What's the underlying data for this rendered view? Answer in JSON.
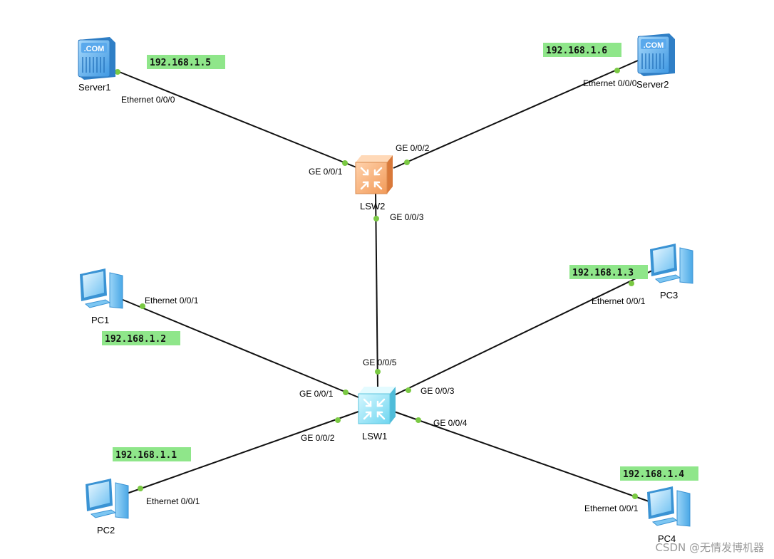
{
  "devices": {
    "server1": {
      "label": "Server1",
      "icon": "server-icon",
      "badge": ".COM"
    },
    "server2": {
      "label": "Server2",
      "icon": "server-icon",
      "badge": ".COM"
    },
    "lsw2": {
      "label": "LSW2",
      "icon": "switch-icon"
    },
    "lsw1": {
      "label": "LSW1",
      "icon": "switch-icon"
    },
    "pc1": {
      "label": "PC1",
      "icon": "pc-icon"
    },
    "pc2": {
      "label": "PC2",
      "icon": "pc-icon"
    },
    "pc3": {
      "label": "PC3",
      "icon": "pc-icon"
    },
    "pc4": {
      "label": "PC4",
      "icon": "pc-icon"
    }
  },
  "ports": {
    "server1_eth": "Ethernet 0/0/0",
    "server2_eth": "Ethernet 0/0/0",
    "lsw2_ge1": "GE 0/0/1",
    "lsw2_ge2": "GE 0/0/2",
    "lsw2_ge3": "GE 0/0/3",
    "lsw1_ge5": "GE 0/0/5",
    "lsw1_ge1": "GE 0/0/1",
    "lsw1_ge2": "GE 0/0/2",
    "lsw1_ge3": "GE 0/0/3",
    "lsw1_ge4": "GE 0/0/4",
    "pc1_eth": "Ethernet 0/0/1",
    "pc2_eth": "Ethernet 0/0/1",
    "pc3_eth": "Ethernet 0/0/1",
    "pc4_eth": "Ethernet 0/0/1"
  },
  "ips": {
    "server1": "192.168.1.5",
    "server2": "192.168.1.6",
    "pc1": "192.168.1.2",
    "pc2": "192.168.1.1",
    "pc3": "192.168.1.3",
    "pc4": "192.168.1.4"
  },
  "watermark": "CSDN @无情发博机器",
  "colors": {
    "ip_label_bg": "#8fe68a",
    "port_dot": "#7ac943",
    "link": "#111111",
    "switch_l2_orange": "#f0a66c",
    "switch_l1_cyan": "#8fe3f5",
    "pc_blue": "#7cc6f2"
  }
}
